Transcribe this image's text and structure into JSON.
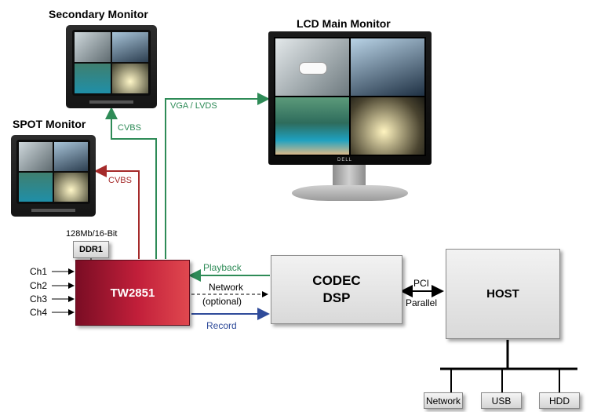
{
  "monitors": {
    "secondary": "Secondary Monitor",
    "lcd_main": "LCD Main Monitor",
    "spot": "SPOT Monitor"
  },
  "connections": {
    "cvbs_secondary": "CVBS",
    "cvbs_spot": "CVBS",
    "vga_lvds": "VGA / LVDS",
    "playback": "Playback",
    "network_line1": "Network",
    "network_line2": "(optional)",
    "record": "Record",
    "pci": "PCI",
    "parallel": "Parallel"
  },
  "memory": {
    "spec": "128Mb/16-Bit",
    "label": "DDR1"
  },
  "inputs": [
    "Ch1",
    "Ch2",
    "Ch3",
    "Ch4"
  ],
  "blocks": {
    "tw": "TW2851",
    "codec_line1": "CODEC",
    "codec_line2": "DSP",
    "host": "HOST"
  },
  "peripherals": [
    "Network",
    "USB",
    "HDD"
  ],
  "brand": "DELL",
  "colors": {
    "green": "#2e8b57",
    "red": "#a52a2a",
    "blue": "#2f4b9a",
    "tw_dark": "#7a0d24",
    "tw_light": "#e0484f"
  }
}
